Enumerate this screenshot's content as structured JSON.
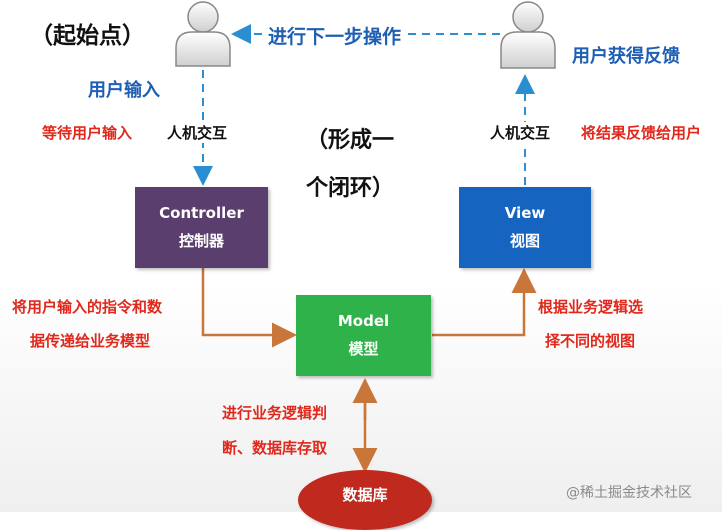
{
  "labels": {
    "start": "（起始点）",
    "next_step": "进行下一步操作",
    "user_feedback": "用户获得反馈",
    "user_input": "用户输入",
    "wait_input": "等待用户输入",
    "hci_left": "人机交互",
    "hci_right": "人机交互",
    "closed_loop_1": "（形成一",
    "closed_loop_2": "个闭环）",
    "feedback_to_user": "将结果反馈给用户",
    "controller_to_model_1": "将用户输入的指令和数",
    "controller_to_model_2": "据传递给业务模型",
    "model_to_view_1": "根据业务逻辑选",
    "model_to_view_2": "择不同的视图",
    "model_db_1": "进行业务逻辑判",
    "model_db_2": "断、数据库存取",
    "watermark": "@稀土掘金技术社区"
  },
  "boxes": {
    "controller": {
      "en": "Controller",
      "cn": "控制器",
      "color": "#5a3f6e"
    },
    "view": {
      "en": "View",
      "cn": "视图",
      "color": "#1565c0"
    },
    "model": {
      "en": "Model",
      "cn": "模型",
      "color": "#2fb24a"
    },
    "database": {
      "cn": "数据库",
      "color": "#c0291d"
    }
  },
  "colors": {
    "dashed_arrow": "#2a8fd0",
    "solid_arrow": "#c8763a"
  },
  "icons": [
    "user-icon-left",
    "user-icon-right"
  ]
}
